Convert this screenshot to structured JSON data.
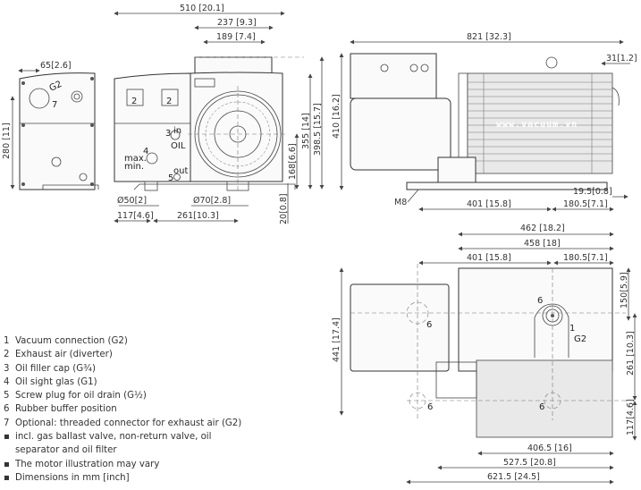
{
  "legend": {
    "items": [
      {
        "marker": "1",
        "text": "Vacuum connection (G2)"
      },
      {
        "marker": "2",
        "text": "Exhaust air (diverter)"
      },
      {
        "marker": "3",
        "text": "Oil filler cap (G¾)"
      },
      {
        "marker": "4",
        "text": "Oil sight glas (G1)"
      },
      {
        "marker": "5",
        "text": "Screw plug for oil drain (G½)"
      },
      {
        "marker": "6",
        "text": "Rubber buffer position"
      },
      {
        "marker": "7",
        "text": "Optional: threaded connector for exhaust air (G2)"
      },
      {
        "marker": "▪",
        "text": "incl. gas ballast valve, non-return valve, oil separator and oil filter"
      },
      {
        "marker": "▪",
        "text": "The motor illustration may vary"
      },
      {
        "marker": "▪",
        "text": "Dimensions in mm [inch]"
      }
    ]
  },
  "side_view": {
    "dims": {
      "width": "65[2.6]",
      "height": "280 [11]"
    },
    "labels": {
      "g2": "G2",
      "seven": "7"
    }
  },
  "front_view": {
    "dims": {
      "overall_width": "510 [20.1]",
      "w237": "237 [9.3]",
      "w189": "189 [7.4]",
      "d50": "Ø50[2]",
      "d70": "Ø70[2.8]",
      "w117": "117[4.6]",
      "w261": "261[10.3]",
      "h168": "168[6.6]",
      "h355": "355 [14]",
      "h398": "398.5 [15.7]",
      "h20": "20[0.8]"
    },
    "labels": {
      "two_a": "2",
      "two_b": "2",
      "three": "3",
      "in": "in",
      "oil": "OIL",
      "four": "4",
      "max": "max.",
      "min": "min.",
      "five": "5",
      "out": "out"
    }
  },
  "motor_side_view": {
    "dims": {
      "overall_length": "821 [32.3]",
      "w31": "31[1.2]",
      "h410": "410 [16.2]",
      "w19": "19.5[0.8]",
      "w401": "401 [15.8]",
      "w180": "180.5[7.1]"
    },
    "labels": {
      "m8": "M8",
      "watermark": "www.vacuum.vn"
    }
  },
  "top_view": {
    "dims": {
      "w462": "462 [18.2]",
      "w458": "458 [18]",
      "w401": "401 [15.8]",
      "w180": "180.5[7.1]",
      "h441": "441 [17.4]",
      "h150": "150[5.9]",
      "h261": "261 [10.3]",
      "h117": "117[4.6]",
      "w406": "406.5 [16]",
      "w527": "527.5 [20.8]",
      "w621": "621.5 [24.5]"
    },
    "labels": {
      "six_a": "6",
      "six_b": "6",
      "six_c": "6",
      "six_d": "6",
      "one": "1",
      "g2": "G2"
    }
  }
}
